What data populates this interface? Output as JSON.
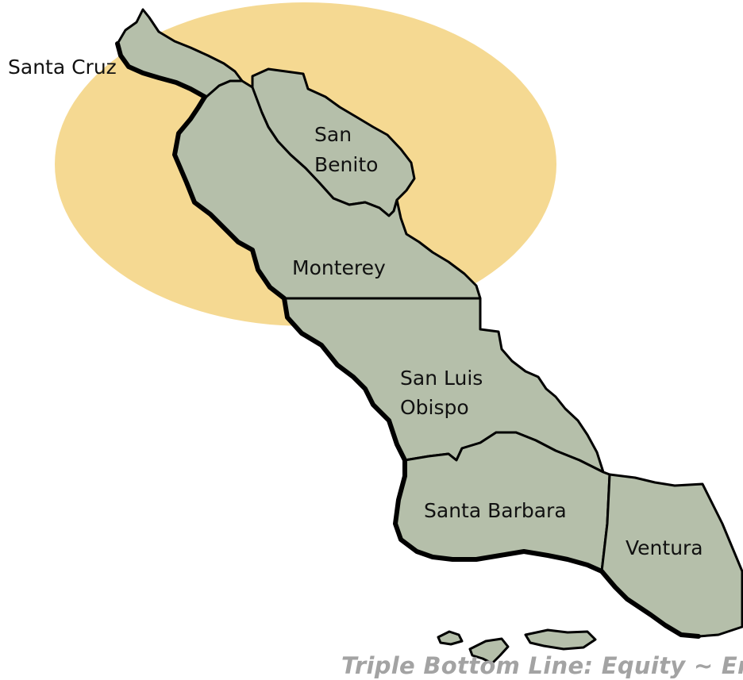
{
  "map": {
    "highlight_color": "#f5d992",
    "county_fill": "#b5bfaa",
    "counties": [
      {
        "id": "santa-cruz",
        "label_lines": [
          "Santa Cruz"
        ]
      },
      {
        "id": "san-benito",
        "label_lines": [
          "San",
          "Benito"
        ]
      },
      {
        "id": "monterey",
        "label_lines": [
          "Monterey"
        ]
      },
      {
        "id": "san-luis-obispo",
        "label_lines": [
          "San Luis",
          "Obispo"
        ]
      },
      {
        "id": "santa-barbara",
        "label_lines": [
          "Santa Barbara"
        ]
      },
      {
        "id": "ventura",
        "label_lines": [
          "Ventura"
        ]
      }
    ]
  },
  "footer": {
    "text": "Triple Bottom Line:  Equity ~ Envi"
  }
}
